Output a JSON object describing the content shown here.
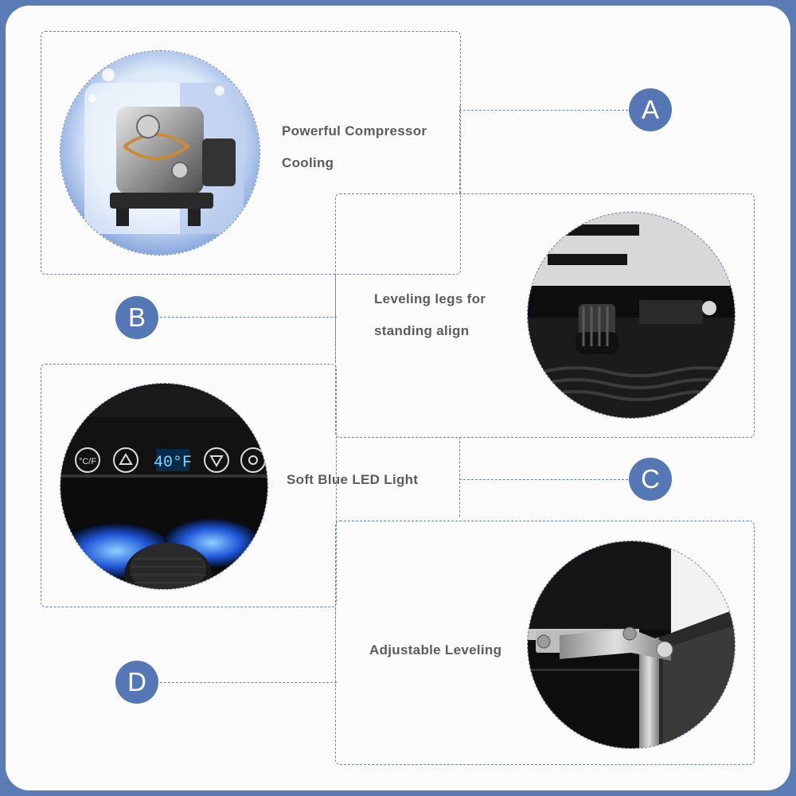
{
  "features": [
    {
      "badge": "A",
      "lines": [
        "Powerful Compressor",
        "Cooling"
      ],
      "image": "compressor-in-ice-cube"
    },
    {
      "badge": "B",
      "lines": [
        "Leveling legs for",
        "standing align"
      ],
      "image": "leveling-leg-closeup"
    },
    {
      "badge": "C",
      "lines": [
        "Soft Blue LED Light"
      ],
      "image": "control-panel-blue-led",
      "display_reading": "40°F"
    },
    {
      "badge": "D",
      "lines": [
        "Adjustable Leveling"
      ],
      "image": "door-hinge-closeup"
    }
  ],
  "colors": {
    "accent": "#5577b5",
    "dash": "#6f85ad",
    "border": "#5b7bb5"
  }
}
